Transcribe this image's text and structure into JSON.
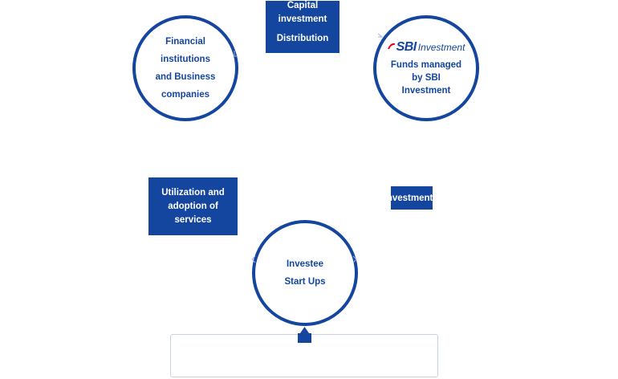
{
  "nodes": {
    "financial": {
      "lines": [
        "Financial",
        "institutions",
        "and Business",
        "companies"
      ]
    },
    "sbi": {
      "logo_mark": "SBI",
      "logo_word": "Investment",
      "lines": [
        "Funds managed",
        "by SBI",
        "Investment"
      ]
    },
    "startups": {
      "lines": [
        "Investee",
        "Start Ups"
      ]
    }
  },
  "labels": {
    "capital": [
      "Capital",
      "investment",
      "Distribution"
    ],
    "utilization": [
      "Utilization and",
      "adoption of",
      "services"
    ],
    "investment": "Investment"
  },
  "colors": {
    "brand_blue": "#1446a0",
    "panel_border": "#c8d2e6",
    "logo_red": "#e60012"
  },
  "icons": [
    "sbi-swoosh-icon",
    "pointer-triangle-icon"
  ]
}
